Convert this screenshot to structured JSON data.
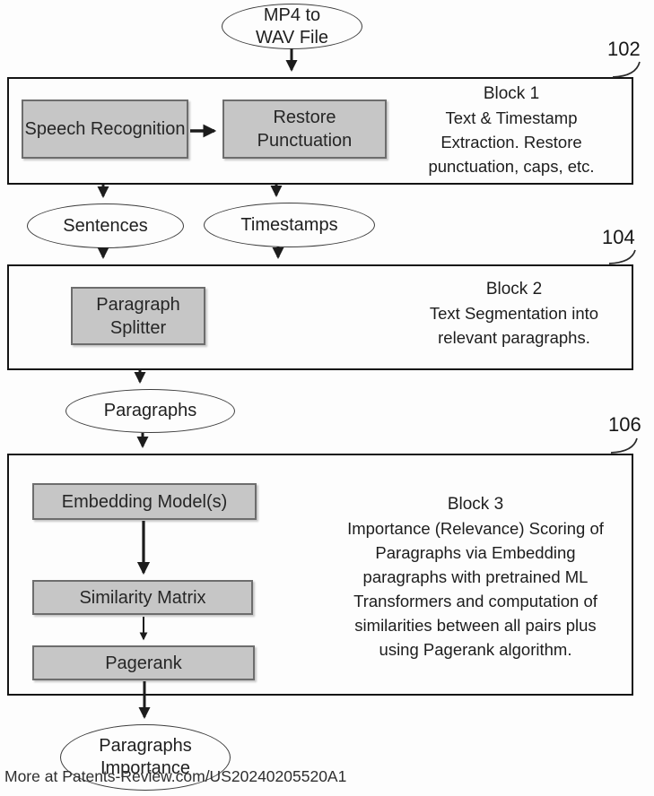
{
  "flow": {
    "input": {
      "line1": "MP4 to",
      "line2": "WAV File"
    },
    "block1": {
      "ref": "102",
      "title": "Block 1",
      "desc": [
        "Text & Timestamp",
        "Extraction. Restore",
        "punctuation, caps, etc."
      ],
      "boxes": [
        "Speech Recognition",
        "Restore Punctuation"
      ]
    },
    "sentences": "Sentences",
    "timestamps": "Timestamps",
    "block2": {
      "ref": "104",
      "title": "Block 2",
      "desc": [
        "Text Segmentation into",
        "relevant paragraphs."
      ],
      "boxes": [
        "Paragraph Splitter"
      ]
    },
    "paragraphs": "Paragraphs",
    "block3": {
      "ref": "106",
      "title": "Block 3",
      "desc": [
        "Importance (Relevance) Scoring of",
        "Paragraphs via Embedding",
        "paragraphs with pretrained ML",
        "Transformers and computation of",
        "similarities between all pairs plus",
        "using Pagerank algorithm."
      ],
      "boxes": [
        "Embedding Model(s)",
        "Similarity Matrix",
        "Pagerank"
      ]
    },
    "result": {
      "line1": "Paragraphs",
      "line2": "Importance"
    }
  },
  "footer": "More at Patents-Review.com/US20240205520A1",
  "colors": {
    "box_fill": "#c6c6c6",
    "line": "#1c1c1c",
    "background": "#fdfdfd"
  }
}
